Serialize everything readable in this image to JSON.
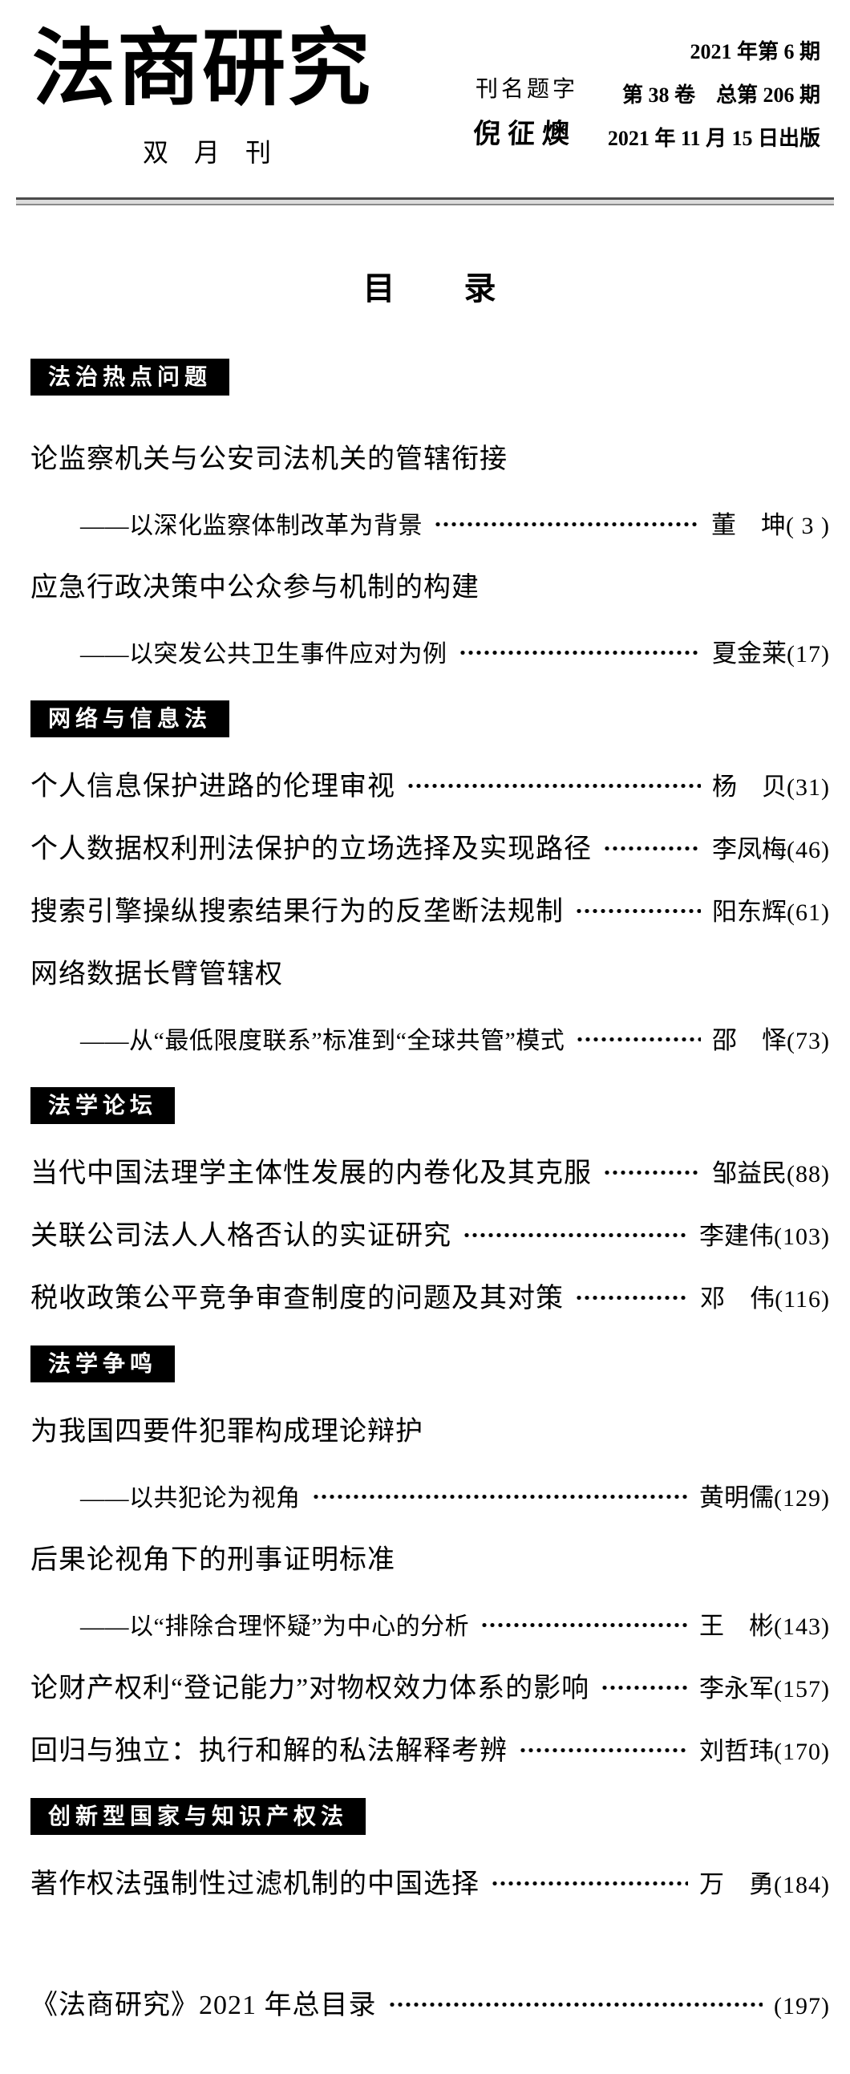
{
  "masthead": {
    "journal_title": "法商研究",
    "frequency": "双　月　刊",
    "inscription_label": "刊名题字",
    "inscription_signature": "倪征燠",
    "issue_line1": "2021 年第 6 期",
    "issue_line2": "第 38 卷　总第 206 期",
    "issue_line3": "2021 年 11 月 15 日出版"
  },
  "toc_heading": "目　　录",
  "colors": {
    "banner_bg": "#000000",
    "banner_text": "#ffffff",
    "ink": "#000000"
  },
  "sections": [
    {
      "label": "法治热点问题",
      "articles": [
        {
          "title": "论监察机关与公安司法机关的管辖衔接",
          "subtitle": "——以深化监察体制改革为背景",
          "author": "董　坤",
          "page": "( 3 )"
        },
        {
          "title": "应急行政决策中公众参与机制的构建",
          "subtitle": "——以突发公共卫生事件应对为例",
          "author": "夏金莱",
          "page": "(17)"
        }
      ]
    },
    {
      "label": "网络与信息法",
      "articles": [
        {
          "title": "个人信息保护进路的伦理审视",
          "author": "杨　贝",
          "page": "(31)"
        },
        {
          "title": "个人数据权利刑法保护的立场选择及实现路径",
          "author": "李凤梅",
          "page": "(46)"
        },
        {
          "title": "搜索引擎操纵搜索结果行为的反垄断法规制",
          "author": "阳东辉",
          "page": "(61)"
        },
        {
          "title": "网络数据长臂管辖权",
          "subtitle": "——从“最低限度联系”标准到“全球共管”模式",
          "author": "邵　怿",
          "page": "(73)"
        }
      ]
    },
    {
      "label": "法学论坛",
      "articles": [
        {
          "title": "当代中国法理学主体性发展的内卷化及其克服",
          "author": "邹益民",
          "page": "(88)"
        },
        {
          "title": "关联公司法人人格否认的实证研究",
          "author": "李建伟",
          "page": "(103)"
        },
        {
          "title": "税收政策公平竞争审查制度的问题及其对策",
          "author": "邓　伟",
          "page": "(116)"
        }
      ]
    },
    {
      "label": "法学争鸣",
      "articles": [
        {
          "title": "为我国四要件犯罪构成理论辩护",
          "subtitle": "——以共犯论为视角",
          "author": "黄明儒",
          "page": "(129)"
        },
        {
          "title": "后果论视角下的刑事证明标准",
          "subtitle": "——以“排除合理怀疑”为中心的分析",
          "author": "王　彬",
          "page": "(143)"
        },
        {
          "title": "论财产权利“登记能力”对物权效力体系的影响",
          "author": "李永军",
          "page": "(157)"
        },
        {
          "title": "回归与独立：执行和解的私法解释考辨",
          "author": "刘哲玮",
          "page": "(170)"
        }
      ]
    },
    {
      "label": "创新型国家与知识产权法",
      "articles": [
        {
          "title": "著作权法强制性过滤机制的中国选择",
          "author": "万　勇",
          "page": "(184)"
        }
      ]
    }
  ],
  "footer_entry": {
    "title": "《法商研究》2021 年总目录",
    "page": "(197)"
  }
}
